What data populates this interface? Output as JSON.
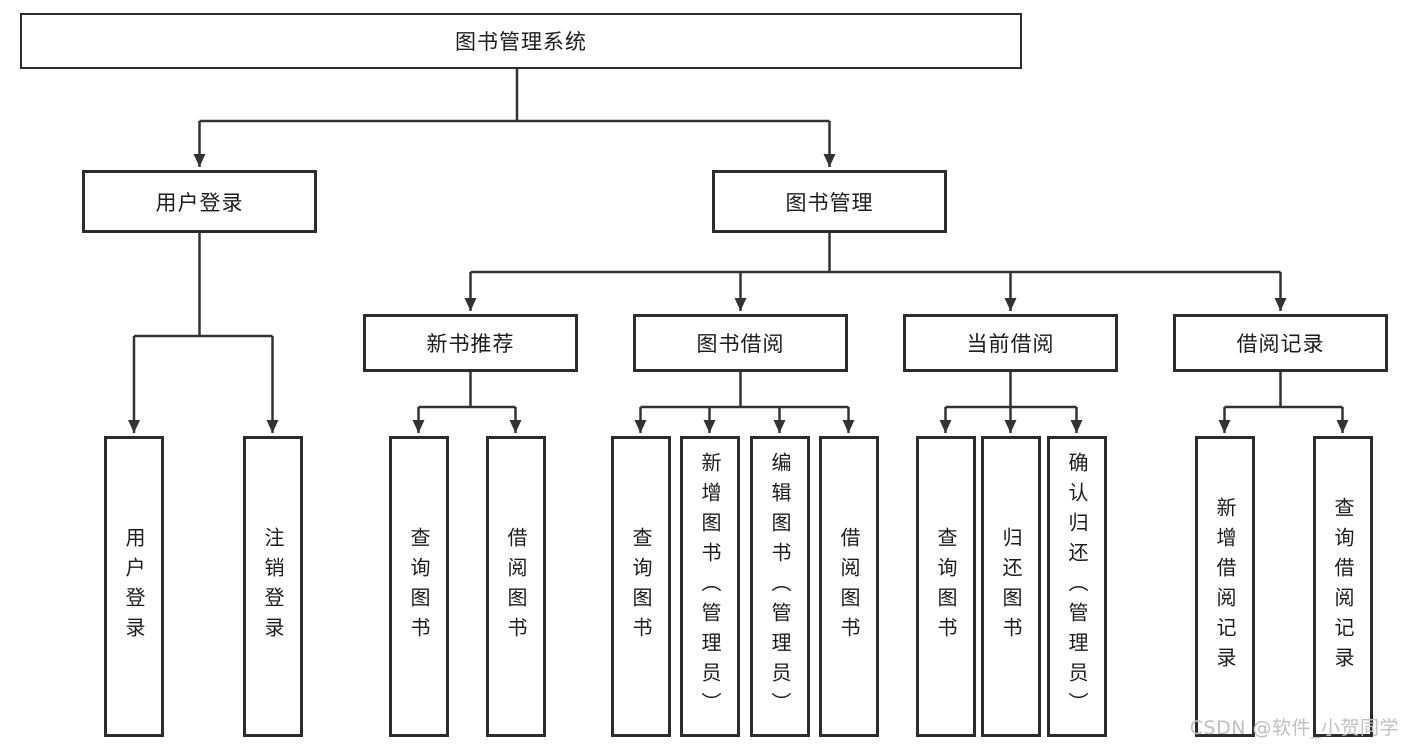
{
  "tree": {
    "root": "图书管理系统",
    "level2": [
      {
        "label": "用户登录",
        "children": [
          "用户登录",
          "注销登录"
        ]
      },
      {
        "label": "图书管理"
      }
    ],
    "level3": [
      {
        "label": "新书推荐",
        "children": [
          "查询图书",
          "借阅图书"
        ]
      },
      {
        "label": "图书借阅",
        "children": [
          "查询图书",
          "新增图书（管理员）",
          "编辑图书（管理员）",
          "借阅图书"
        ]
      },
      {
        "label": "当前借阅",
        "children": [
          "查询图书",
          "归还图书",
          "确认归还（管理员）"
        ]
      },
      {
        "label": "借阅记录",
        "children": [
          "新增借阅记录",
          "查询借阅记录"
        ]
      }
    ]
  },
  "watermark": "CSDN @软件_小贺同学",
  "colors": {
    "line": "#333333",
    "border": "#2d2d2d",
    "text": "#1c1c1c",
    "watermark": "#c0c0c0",
    "background": "#ffffff"
  }
}
